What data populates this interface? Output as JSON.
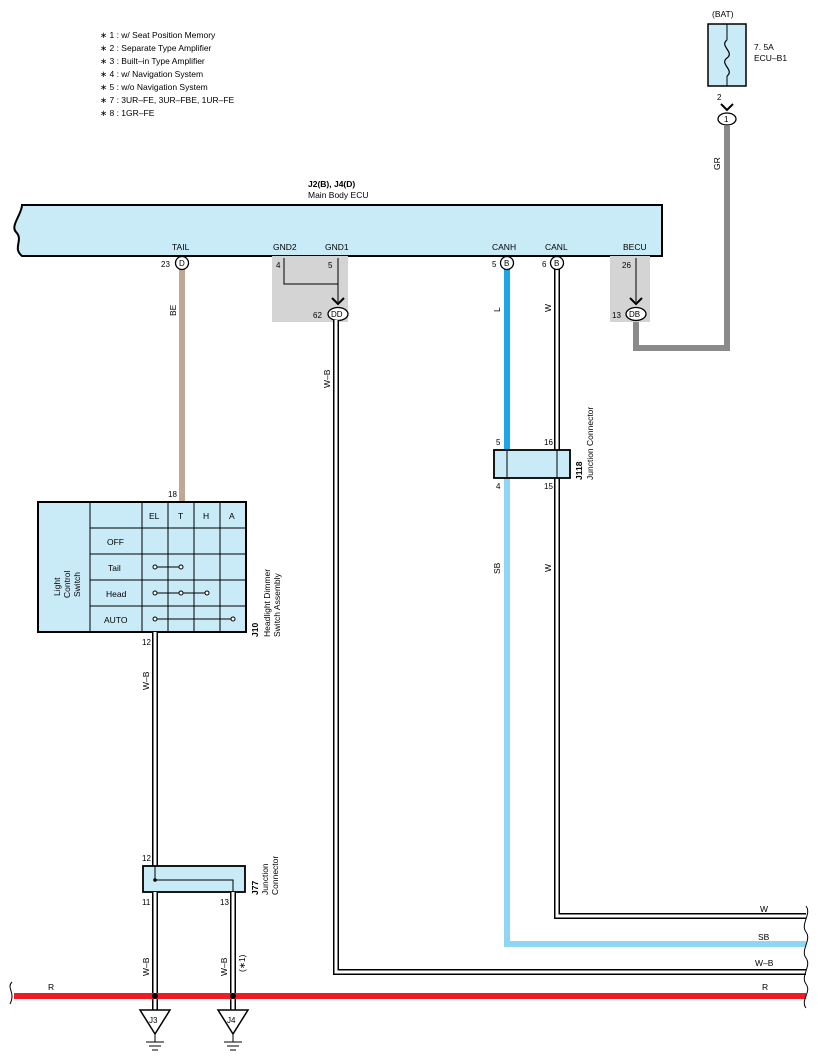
{
  "notes": [
    "∗ 1 : w/ Seat Position Memory",
    "∗ 2 : Separate Type Amplifier",
    "∗ 3 : Built–in Type Amplifier",
    "∗ 4 : w/ Navigation System",
    "∗ 5 : w/o Navigation System",
    "∗ 7 : 3UR–FE,  3UR–FBE,  1UR–FE",
    "∗ 8 : 1GR–FE"
  ],
  "fuse": {
    "source": "(BAT)",
    "rating": "7. 5A",
    "name": "ECU–B1",
    "pin": "2",
    "connector": "1",
    "wire": "GR"
  },
  "ecu": {
    "connectors": "J2(B), J4(D)",
    "name": "Main Body ECU",
    "terminals": {
      "tail": {
        "label": "TAIL",
        "pin": "23",
        "conn": "D"
      },
      "gnd2": {
        "label": "GND2",
        "pin": "4"
      },
      "gnd1": {
        "label": "GND1",
        "pin": "5"
      },
      "canh": {
        "label": "CANH",
        "pin": "5",
        "conn": "B"
      },
      "canl": {
        "label": "CANL",
        "pin": "6",
        "conn": "B"
      },
      "becu": {
        "label": "BECU",
        "pin": "26"
      }
    },
    "dd": {
      "pin": "62",
      "conn": "DD"
    },
    "db": {
      "pin": "13",
      "conn": "DB"
    }
  },
  "wires": {
    "be": "BE",
    "wb_ecu": "W–B",
    "l": "L",
    "w_upper": "W",
    "sb": "SB",
    "w_lower": "W",
    "wb_switch": "W–B",
    "wb_j3": "W–B",
    "wb_j4": "W–B",
    "r": "R"
  },
  "j118": {
    "id": "J118",
    "name": "Junction Connector",
    "pins": {
      "tl": "5",
      "tr": "16",
      "bl": "4",
      "br": "15"
    }
  },
  "switch": {
    "id": "J10",
    "name_line1": "Headlight Dimmer",
    "name_line2": "Switch Assembly",
    "side_label_line1": "Light",
    "side_label_line2": "Control",
    "side_label_line3": "Switch",
    "columns": [
      "EL",
      "T",
      "H",
      "A"
    ],
    "rows": [
      "OFF",
      "Tail",
      "Head",
      "AUTO"
    ],
    "pin_top": "18",
    "pin_bottom": "12"
  },
  "j77": {
    "id": "J77",
    "name_line1": "Junction",
    "name_line2": "Connector",
    "pins": {
      "top": "12",
      "bl": "11",
      "br": "13"
    },
    "note": "(∗1)"
  },
  "right_edge": {
    "w": "W",
    "sb": "SB",
    "wb": "W–B",
    "r": "R"
  },
  "grounds": {
    "j3": "J3",
    "j4": "J4"
  },
  "colors": {
    "ecu_fill": "#c9ebf7",
    "gray_box": "#d4d4d4",
    "wire_be": "#bfa794",
    "wire_l": "#1ea5e6",
    "wire_sb": "#8fd5f4",
    "wire_gr": "#8a8a8a",
    "wire_r": "#ee1d25"
  }
}
